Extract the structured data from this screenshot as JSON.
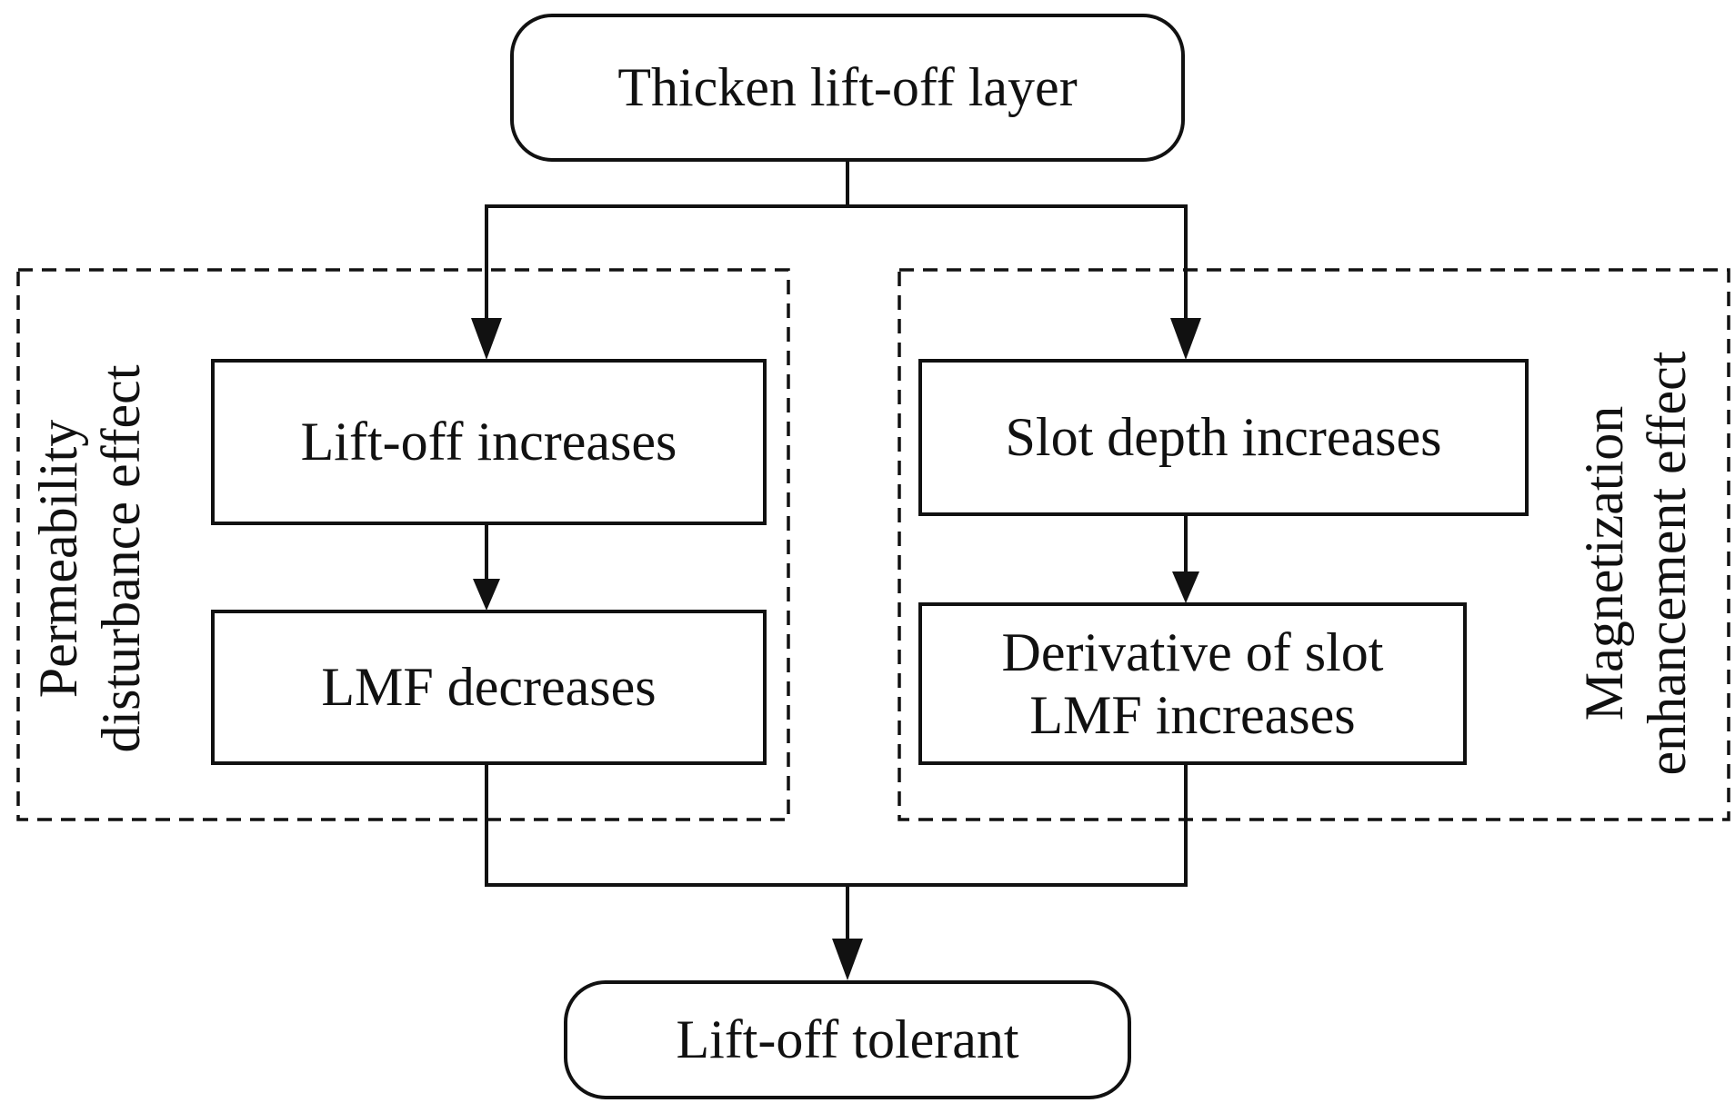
{
  "diagram": {
    "start_node": "Thicken lift-off layer",
    "end_node": "Lift-off tolerant",
    "left_group": {
      "label_line1": "Permeability",
      "label_line2": "disturbance effect",
      "step1": "Lift-off increases",
      "step2": "LMF decreases"
    },
    "right_group": {
      "label_line1": "Magnetization",
      "label_line2": "enhancement effect",
      "step1": "Slot depth increases",
      "step2_line1": "Derivative of slot",
      "step2_line2": "LMF increases"
    }
  }
}
